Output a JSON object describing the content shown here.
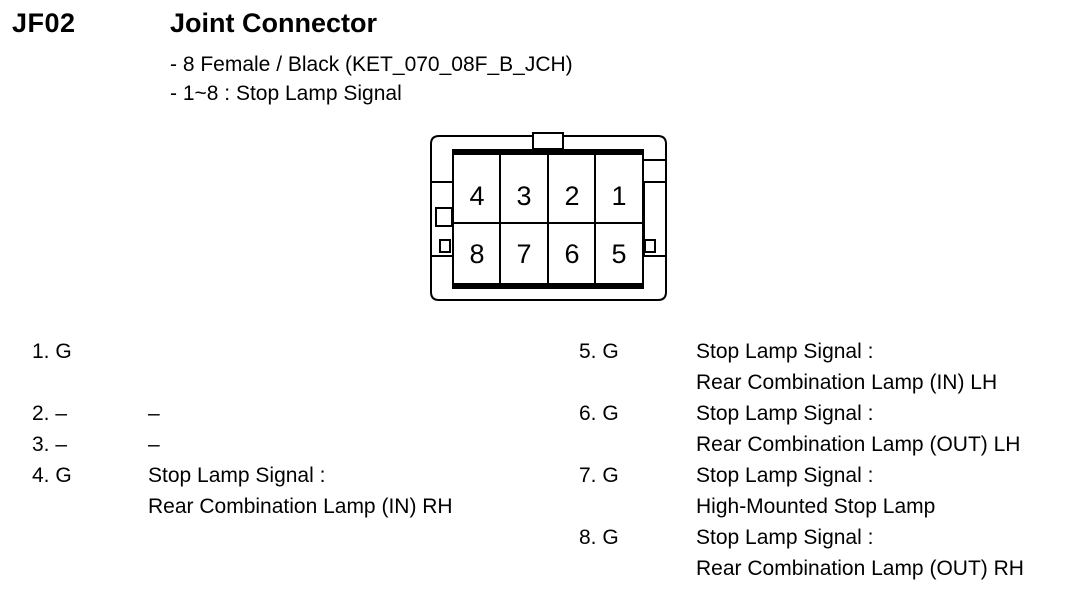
{
  "header": {
    "code": "JF02",
    "title": "Joint Connector",
    "spec_lines": [
      "- 8 Female / Black (KET_070_08F_B_JCH)",
      "- 1~8 : Stop Lamp Signal"
    ]
  },
  "connector": {
    "top_row_pins": [
      "4",
      "3",
      "2",
      "1"
    ],
    "bottom_row_pins": [
      "8",
      "7",
      "6",
      "5"
    ]
  },
  "pins_left": [
    {
      "id": "1. G",
      "desc": []
    },
    {
      "id": "2. –",
      "desc": [
        "–"
      ]
    },
    {
      "id": "3. –",
      "desc": [
        "–"
      ]
    },
    {
      "id": "4. G",
      "desc": [
        "Stop Lamp Signal  :",
        "Rear Combination Lamp (IN) RH"
      ]
    }
  ],
  "pins_right": [
    {
      "id": "5. G",
      "desc": [
        "Stop Lamp Signal  :",
        "Rear Combination Lamp (IN) LH"
      ]
    },
    {
      "id": "6. G",
      "desc": [
        "Stop Lamp Signal  :",
        "Rear Combination Lamp (OUT) LH"
      ]
    },
    {
      "id": "7. G",
      "desc": [
        "Stop Lamp Signal  :",
        "High-Mounted Stop Lamp"
      ]
    },
    {
      "id": "8. G",
      "desc": [
        "Stop Lamp Signal  :",
        "Rear Combination Lamp (OUT) RH"
      ]
    }
  ]
}
